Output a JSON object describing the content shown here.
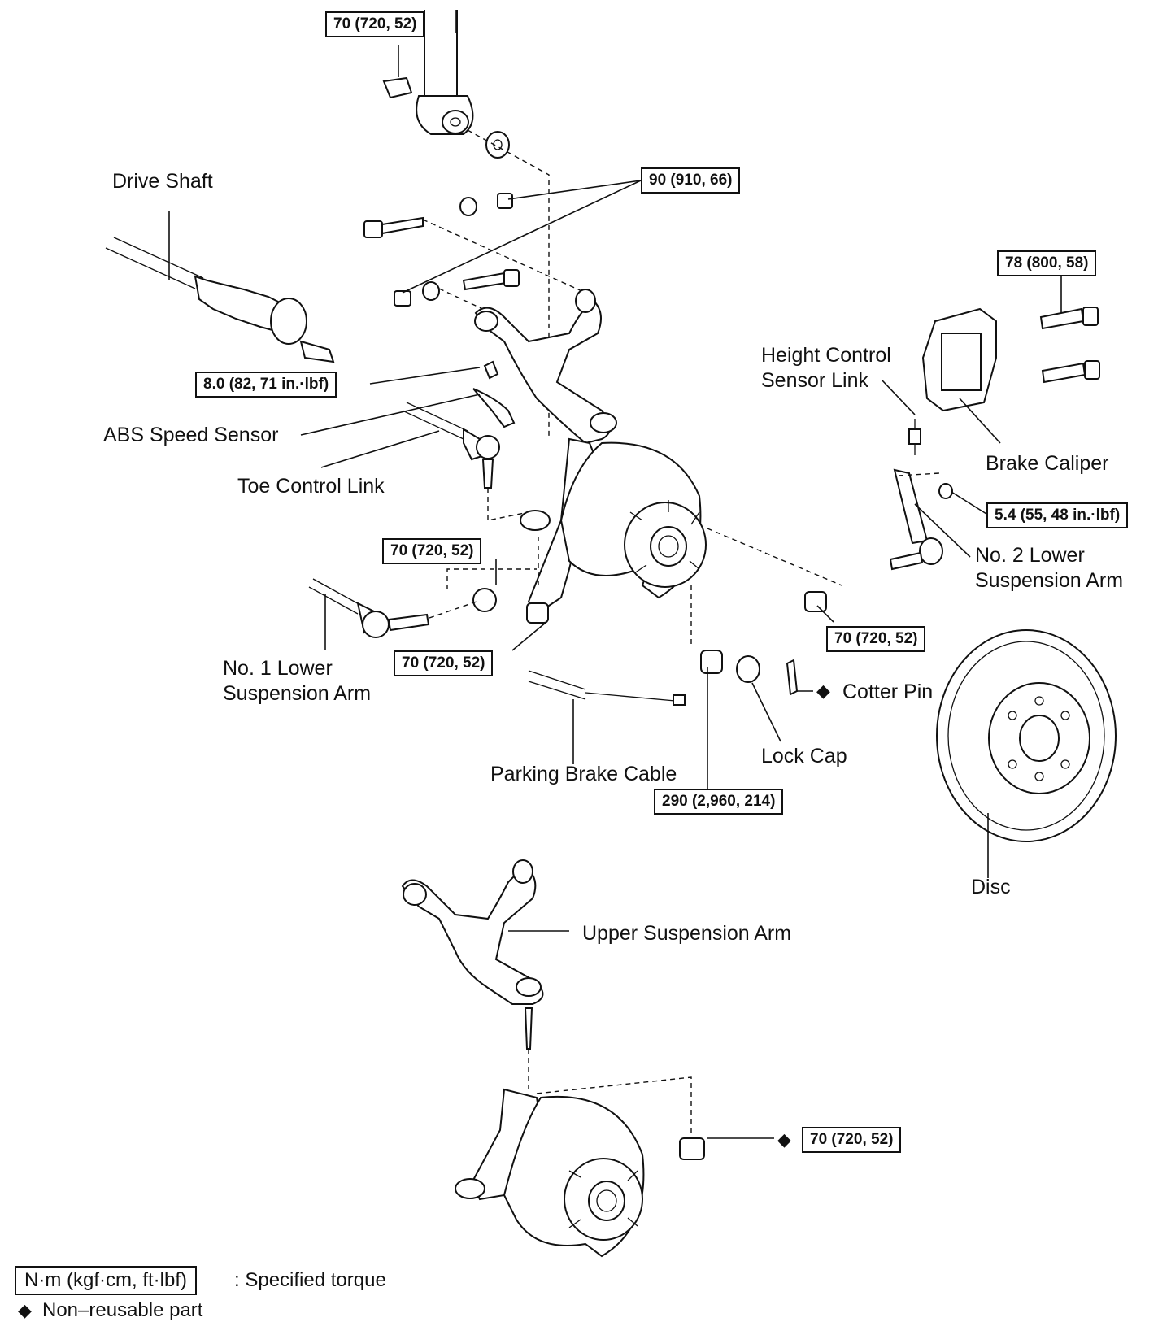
{
  "labels": {
    "drive_shaft": "Drive Shaft",
    "abs_speed_sensor": "ABS Speed Sensor",
    "toe_control_link": "Toe Control Link",
    "no1_lower_arm_line1": "No. 1 Lower",
    "no1_lower_arm_line2": "Suspension Arm",
    "parking_brake_cable": "Parking Brake Cable",
    "lock_cap": "Lock Cap",
    "cotter_pin": "Cotter Pin",
    "height_sensor_line1": "Height Control",
    "height_sensor_line2": "Sensor Link",
    "brake_caliper": "Brake Caliper",
    "no2_lower_arm_line1": "No. 2 Lower",
    "no2_lower_arm_line2": "Suspension Arm",
    "disc": "Disc",
    "upper_suspension_arm": "Upper Suspension Arm"
  },
  "torques": {
    "shock_top": "70 (720, 52)",
    "upper_arm_bolts": "90 (910, 66)",
    "abs_sensor": "8.0 (82, 71 in.·lbf)",
    "caliper": "78 (800, 58)",
    "height_sensor": "5.4 (55, 48 in.·lbf)",
    "no1_arm_upper": "70 (720, 52)",
    "no1_arm_lower": "70 (720, 52)",
    "no2_arm": "70 (720, 52)",
    "hub_nut": "290 (2,960, 214)",
    "knuckle_nut": "70 (720, 52)"
  },
  "legend": {
    "unit_box": "N·m (kgf·cm, ft·lbf)",
    "unit_desc": ": Specified torque",
    "nonreusable": "Non–reusable part",
    "diamond_symbol": "◆"
  }
}
